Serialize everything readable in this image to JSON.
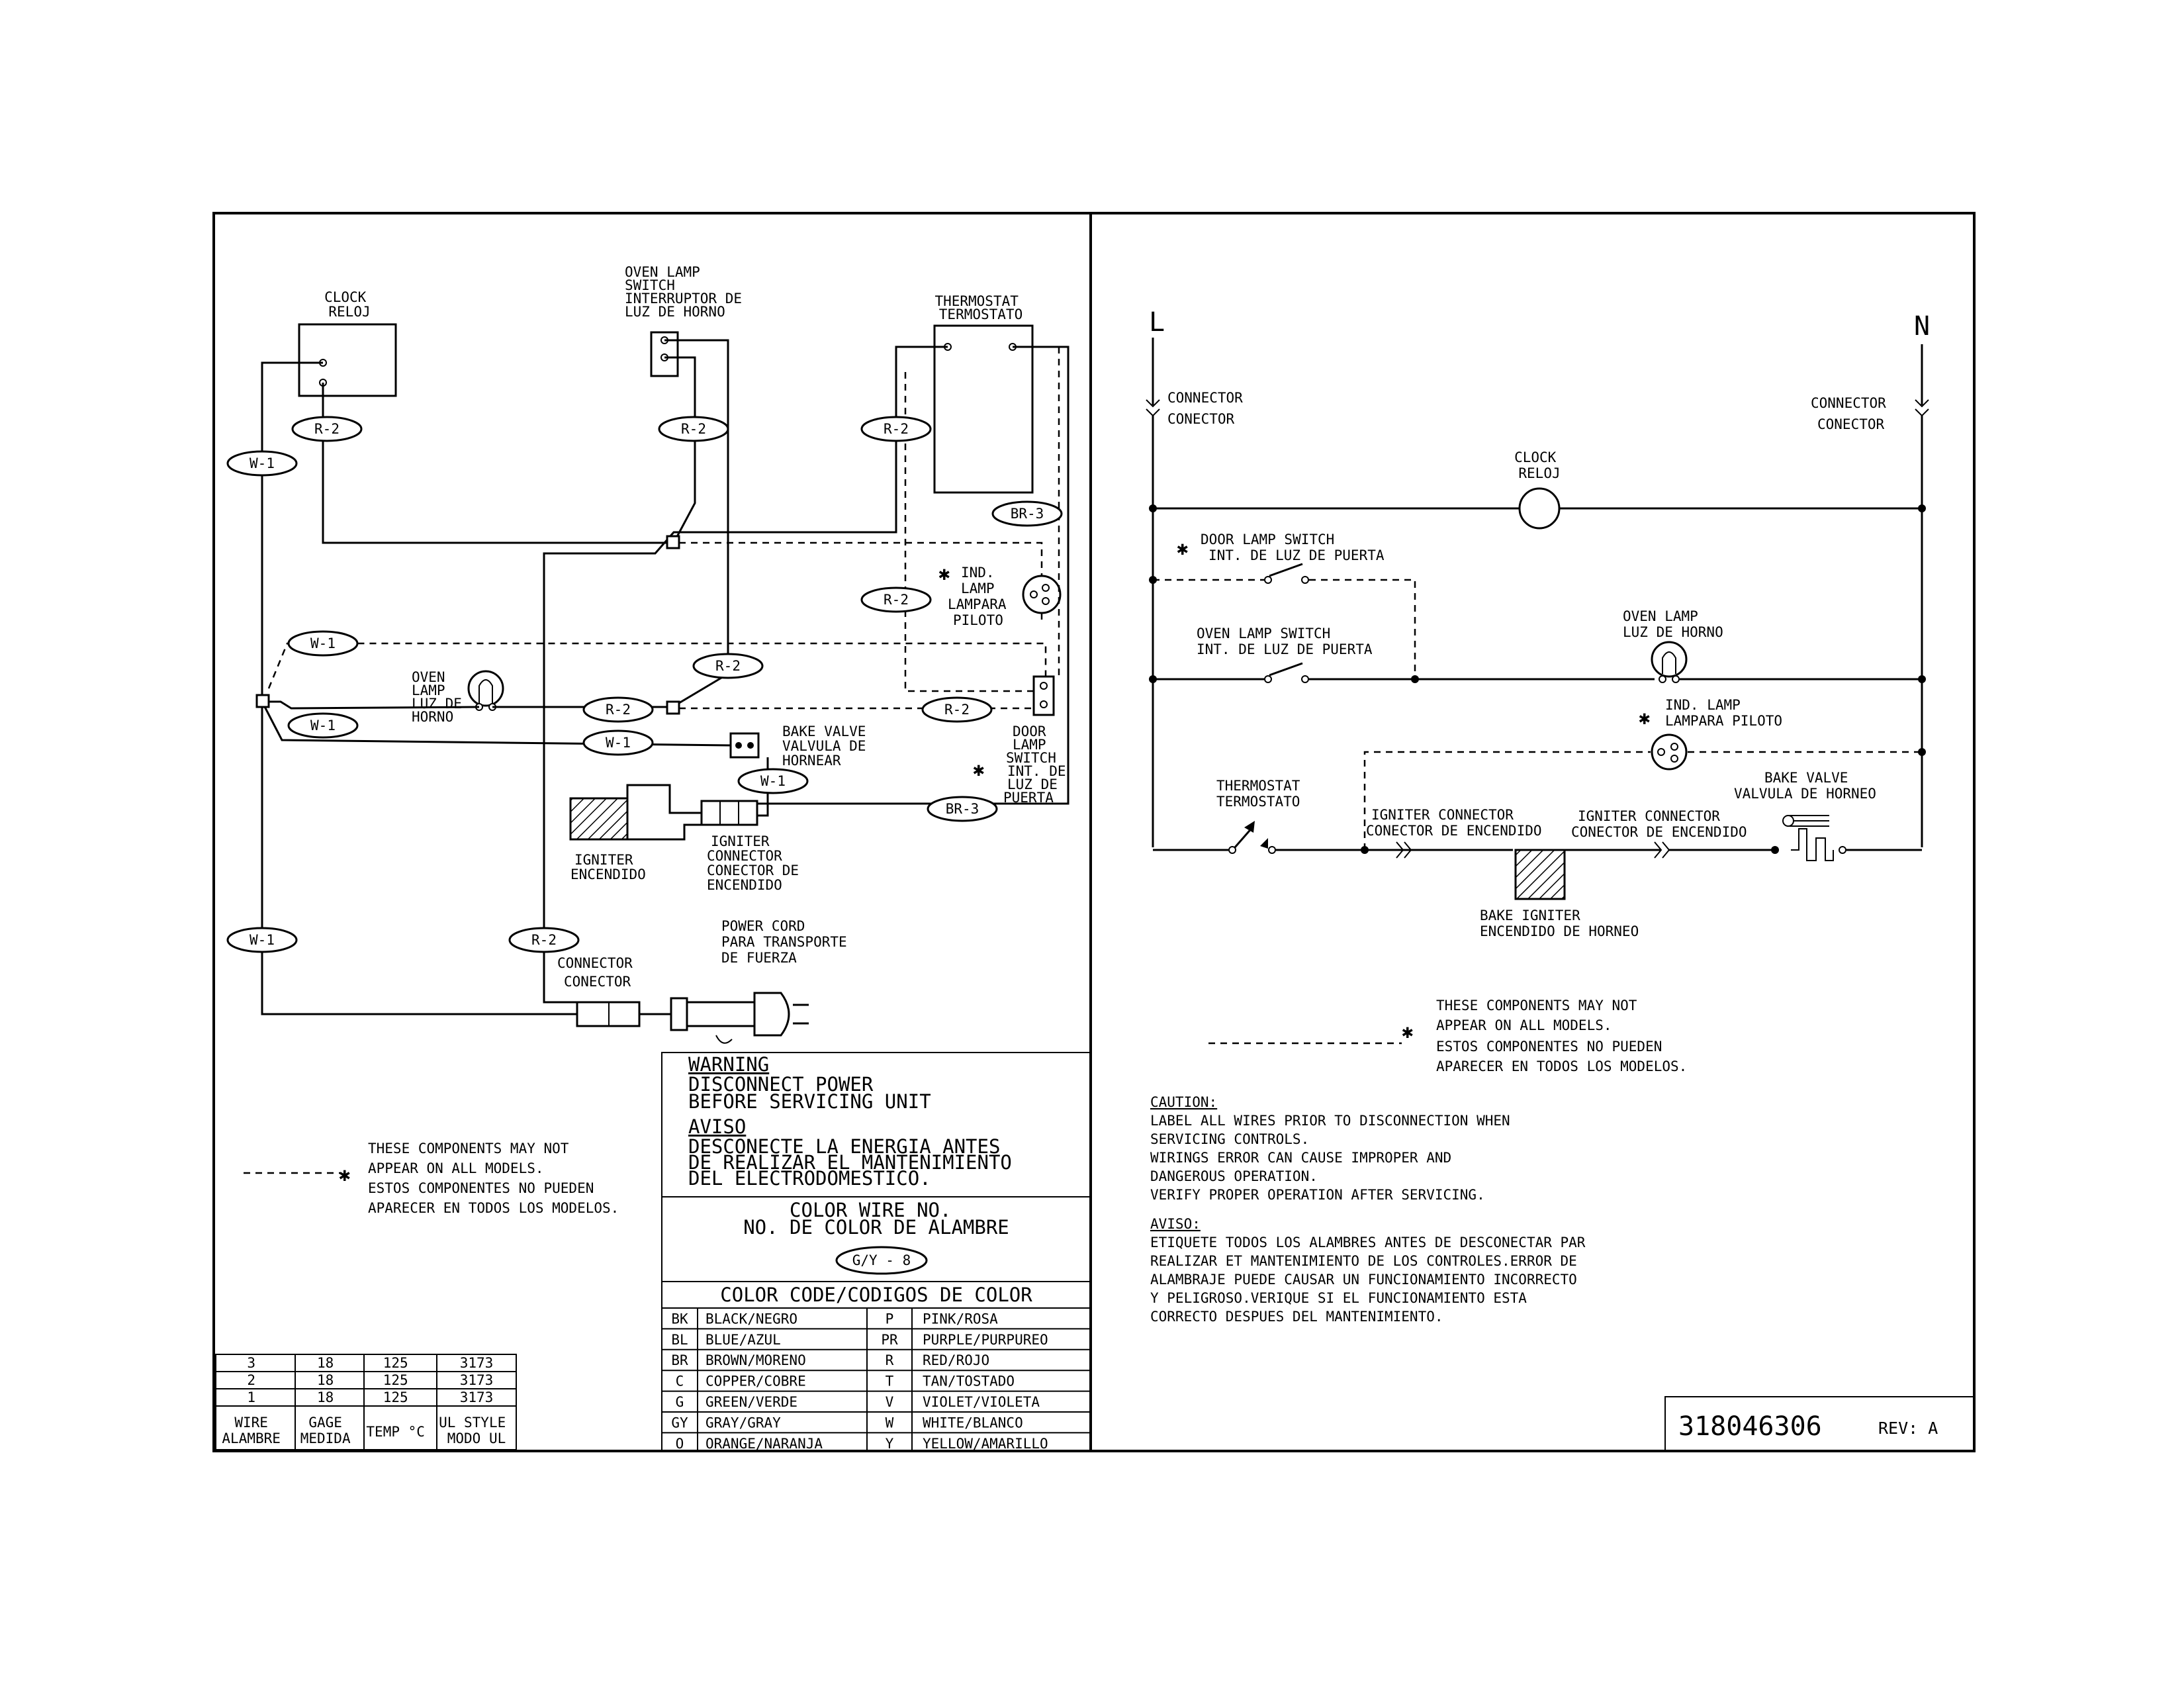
{
  "pictorial": {
    "clock": [
      "CLOCK",
      "RELOJ"
    ],
    "oven_lamp_switch": [
      "OVEN LAMP",
      "SWITCH",
      "INTERRUPTOR DE",
      "LUZ DE HORNO"
    ],
    "thermostat": [
      "THERMOSTAT",
      "TERMOSTATO"
    ],
    "ind_lamp": [
      "IND.",
      "LAMP",
      "LAMPARA",
      "PILOTO"
    ],
    "oven_lamp": [
      "OVEN",
      "LAMP",
      "LUZ DE",
      "HORNO"
    ],
    "bake_valve": [
      "BAKE VALVE",
      "VALVULA DE",
      "HORNEAR"
    ],
    "door_lamp_switch": [
      "DOOR",
      "LAMP",
      "SWITCH",
      "INT. DE",
      "LUZ DE",
      "PUERTA"
    ],
    "igniter": [
      "IGNITER",
      "ENCENDIDO"
    ],
    "igniter_connector": [
      "IGNITER",
      "CONNECTOR",
      "CONECTOR DE",
      "ENCENDIDO"
    ],
    "power_cord": [
      "POWER CORD",
      "PARA TRANSPORTE",
      "DE FUERZA"
    ],
    "connector": [
      "CONNECTOR",
      "CONECTOR"
    ],
    "wire_tags": {
      "r2": "R-2",
      "w1": "W-1",
      "br3": "BR-3"
    }
  },
  "note_left": [
    "THESE COMPONENTS MAY NOT",
    "APPEAR ON ALL MODELS.",
    "ESTOS COMPONENTES NO PUEDEN",
    "APARECER EN TODOS LOS MODELOS."
  ],
  "warning": {
    "title": "WARNING",
    "lines": [
      "DISCONNECT POWER",
      "BEFORE SERVICING UNIT"
    ],
    "aviso_title": "AVISO",
    "aviso_lines": [
      "DESCONECTE LA ENERGIA ANTES",
      "DE REALIZAR EL MANTENIMIENTO",
      "DEL ELECTRODOMESTICO."
    ]
  },
  "color_wire": {
    "lines": [
      "COLOR WIRE NO.",
      "NO. DE COLOR DE ALAMBRE"
    ],
    "example": "G/Y - 8"
  },
  "color_code": {
    "title": "COLOR CODE/CODIGOS DE COLOR",
    "rows": [
      [
        "BK",
        "BLACK/NEGRO",
        "P",
        "PINK/ROSA"
      ],
      [
        "BL",
        "BLUE/AZUL",
        "PR",
        "PURPLE/PURPUREO"
      ],
      [
        "BR",
        "BROWN/MORENO",
        "R",
        "RED/ROJO"
      ],
      [
        "C",
        "COPPER/COBRE",
        "T",
        "TAN/TOSTADO"
      ],
      [
        "G",
        "GREEN/VERDE",
        "V",
        "VIOLET/VIOLETA"
      ],
      [
        "GY",
        "GRAY/GRAY",
        "W",
        "WHITE/BLANCO"
      ],
      [
        "O",
        "ORANGE/NARANJA",
        "Y",
        "YELLOW/AMARILLO"
      ]
    ]
  },
  "wire_table": {
    "rows": [
      [
        "3",
        "18",
        "125",
        "3173"
      ],
      [
        "2",
        "18",
        "125",
        "3173"
      ],
      [
        "1",
        "18",
        "125",
        "3173"
      ]
    ],
    "headers": [
      [
        "WIRE",
        "ALAMBRE"
      ],
      [
        "GAGE",
        "MEDIDA"
      ],
      [
        "TEMP °C"
      ],
      [
        "UL STYLE",
        "MODO UL"
      ]
    ]
  },
  "schematic": {
    "line_l": "L",
    "line_n": "N",
    "connector": [
      "CONNECTOR",
      "CONECTOR"
    ],
    "clock": [
      "CLOCK",
      "RELOJ"
    ],
    "door_lamp_switch": [
      "DOOR LAMP SWITCH",
      "INT. DE LUZ DE PUERTA"
    ],
    "oven_lamp_switch": [
      "OVEN LAMP SWITCH",
      "INT. DE LUZ DE PUERTA"
    ],
    "oven_lamp": [
      "OVEN LAMP",
      "LUZ DE HORNO"
    ],
    "ind_lamp": [
      "IND. LAMP",
      "LAMPARA PILOTO"
    ],
    "thermostat": [
      "THERMOSTAT",
      "TERMOSTATO"
    ],
    "igniter_connector": [
      "IGNITER CONNECTOR",
      "CONECTOR DE ENCENDIDO"
    ],
    "bake_valve": [
      "BAKE VALVE",
      "VALVULA DE HORNEO"
    ],
    "bake_igniter": [
      "BAKE IGNITER",
      "ENCENDIDO DE HORNEO"
    ]
  },
  "note_right": [
    "THESE COMPONENTS MAY NOT",
    "APPEAR ON ALL MODELS.",
    "ESTOS COMPONENTES NO PUEDEN",
    "APARECER EN TODOS LOS MODELOS."
  ],
  "caution": {
    "title": "CAUTION:",
    "lines": [
      "LABEL ALL WIRES PRIOR TO DISCONNECTION WHEN",
      "SERVICING CONTROLS.",
      "WIRINGS ERROR CAN CAUSE IMPROPER AND",
      "DANGEROUS OPERATION.",
      "VERIFY PROPER OPERATION AFTER SERVICING."
    ],
    "aviso_title": "AVISO:",
    "aviso_lines": [
      "ETIQUETE TODOS LOS ALAMBRES ANTES DE DESCONECTAR PAR",
      "REALIZAR ET MANTENIMIENTO DE LOS CONTROLES.ERROR DE",
      "ALAMBRAJE PUEDE CAUSAR UN FUNCIONAMIENTO INCORRECTO",
      "Y PELIGROSO.VERIQUE SI EL FUNCIONAMIENTO ESTA",
      "CORRECTO DESPUES DEL MANTENIMIENTO."
    ]
  },
  "part": {
    "number": "318046306",
    "rev": "REV: A"
  }
}
